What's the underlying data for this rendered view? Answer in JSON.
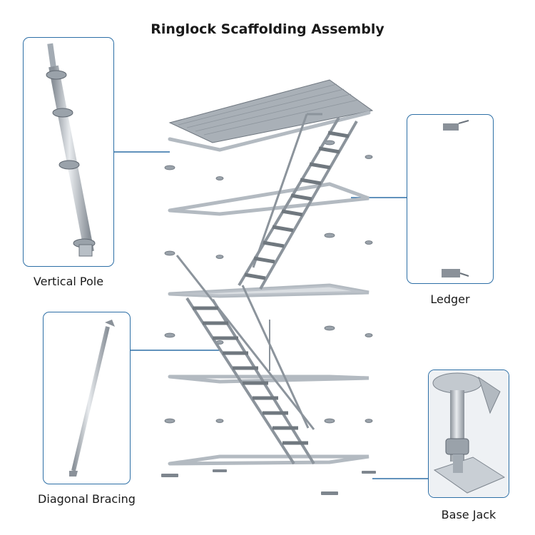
{
  "title": "Ringlock Scaffolding Assembly",
  "components": [
    {
      "id": "vertical-pole",
      "label": "Vertical Pole",
      "icon": "vertical-pole-image"
    },
    {
      "id": "ledger",
      "label": "Ledger",
      "icon": "ledger-image"
    },
    {
      "id": "diagonal-bracing",
      "label": "Diagonal Bracing",
      "icon": "diagonal-bracing-image"
    },
    {
      "id": "base-jack",
      "label": "Base Jack",
      "icon": "base-jack-image"
    }
  ],
  "colors": {
    "accent": "#2d6fa6",
    "steel": "#b9bfc6",
    "steel_dark": "#7d858e"
  }
}
